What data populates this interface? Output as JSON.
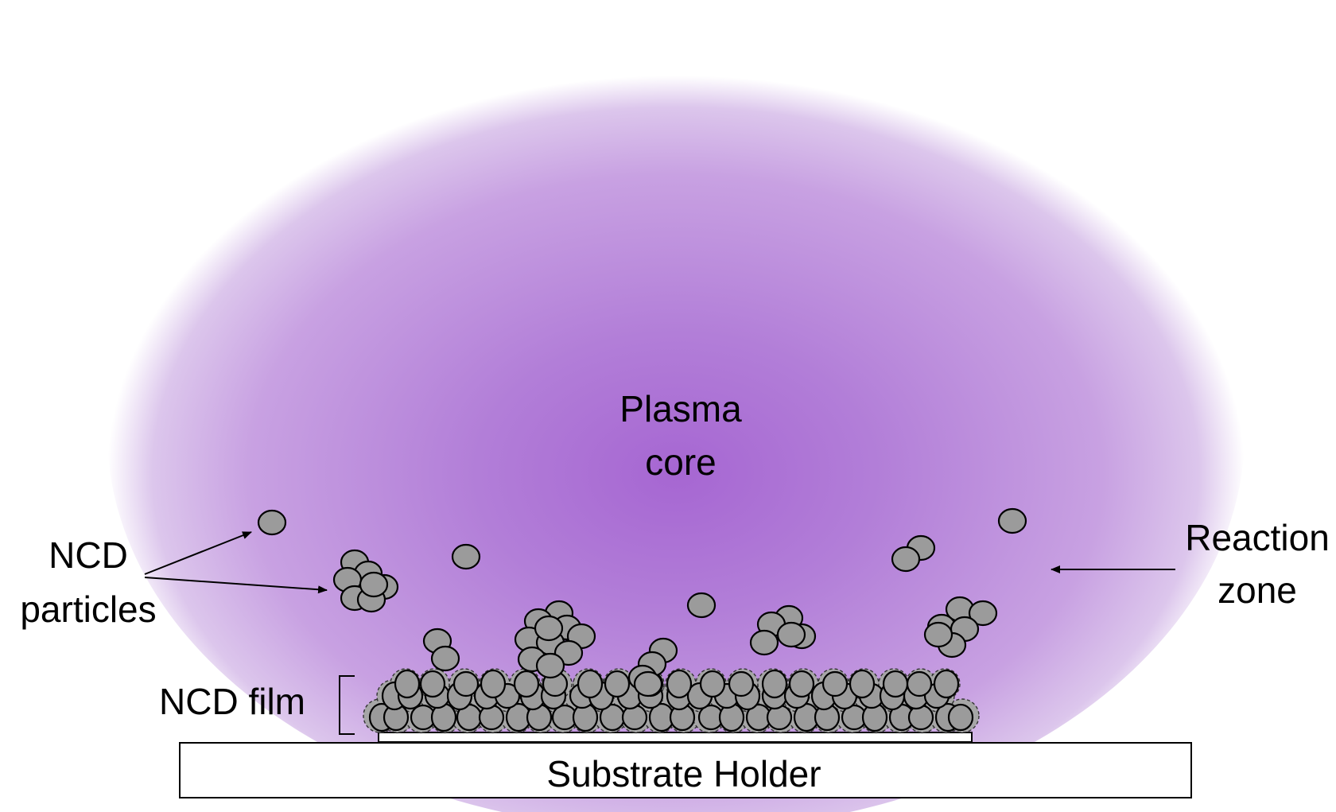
{
  "labels": {
    "plasma_core": [
      "Plasma",
      "core"
    ],
    "reaction_zone": [
      "Reaction",
      "zone"
    ],
    "ncd_particles": [
      "NCD",
      "particles"
    ],
    "ncd_film": "NCD film",
    "substrate_holder": "Substrate Holder"
  },
  "colors": {
    "plasma_center": "#a666d2",
    "plasma_edge": "#dcc6ec",
    "particle_fill": "#9b9b9b",
    "particle_stroke": "#000000",
    "film_halo": "#a6a6a6"
  },
  "particle_clusters": [
    {
      "name": "single-particle-left",
      "count": 1
    },
    {
      "name": "cluster-left",
      "count": 7
    },
    {
      "name": "single-particle-center-left",
      "count": 1
    },
    {
      "name": "pair-left",
      "count": 2
    },
    {
      "name": "cluster-center",
      "count": 10
    },
    {
      "name": "cluster-small",
      "count": 4
    },
    {
      "name": "single-particle-center",
      "count": 1
    },
    {
      "name": "cluster-right-small",
      "count": 5
    },
    {
      "name": "pair-right",
      "count": 2
    },
    {
      "name": "single-particle-right",
      "count": 1
    },
    {
      "name": "cluster-right",
      "count": 6
    }
  ]
}
